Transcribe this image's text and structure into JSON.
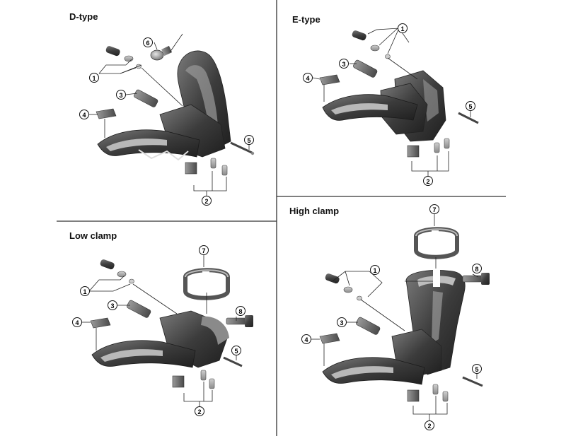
{
  "quadrants": {
    "d_type": {
      "title": "D-type",
      "callouts": {
        "c1": "1",
        "c2": "2",
        "c3": "3",
        "c4": "4",
        "c5": "5",
        "c6": "6"
      }
    },
    "e_type": {
      "title": "E-type",
      "callouts": {
        "c1": "1",
        "c2": "2",
        "c3": "3",
        "c4": "4",
        "c5": "5"
      }
    },
    "low_clamp": {
      "title": "Low clamp",
      "callouts": {
        "c1": "1",
        "c2": "2",
        "c3": "3",
        "c4": "4",
        "c5": "5",
        "c7": "7",
        "c8": "8"
      }
    },
    "high_clamp": {
      "title": "High clamp",
      "callouts": {
        "c1": "1",
        "c2": "2",
        "c3": "3",
        "c4": "4",
        "c5": "5",
        "c7": "7",
        "c8": "8"
      }
    }
  },
  "colors": {
    "part_dark": "#3a3a3a",
    "part_mid": "#6b6b6b",
    "part_light": "#a9a9a9",
    "leader": "#222222",
    "divider": "#333333"
  }
}
